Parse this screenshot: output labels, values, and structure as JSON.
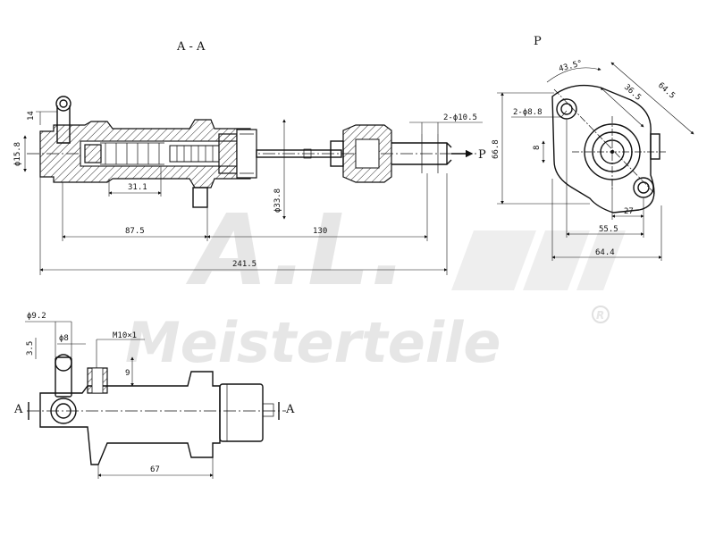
{
  "section_title": "A - A",
  "view_p_title": "P",
  "view_p_arrow": "P",
  "section_mark_left": "A",
  "section_mark_right": "A",
  "watermark": {
    "monogram": "A.L.",
    "brand": "Meisterteile",
    "registered": "R"
  },
  "dims_section": {
    "d14": "14",
    "phi158": "ϕ15.8",
    "d311": "31.1",
    "phi338": "ϕ33.8",
    "d875": "87.5",
    "d130": "130",
    "d2415": "241.5",
    "phi105": "2-ϕ10.5"
  },
  "dims_p": {
    "d435": "43.5°",
    "d365": "36.5",
    "d645a": "64.5",
    "phi88": "2-ϕ8.8",
    "d8": "8",
    "d668": "66.8",
    "d27": "27",
    "d555": "55.5",
    "d644": "64.4"
  },
  "dims_bottom": {
    "phi92": "ϕ9.2",
    "phi8": "ϕ8",
    "d35": "3.5",
    "m10": "M10×1",
    "d9": "9",
    "d67": "67"
  }
}
